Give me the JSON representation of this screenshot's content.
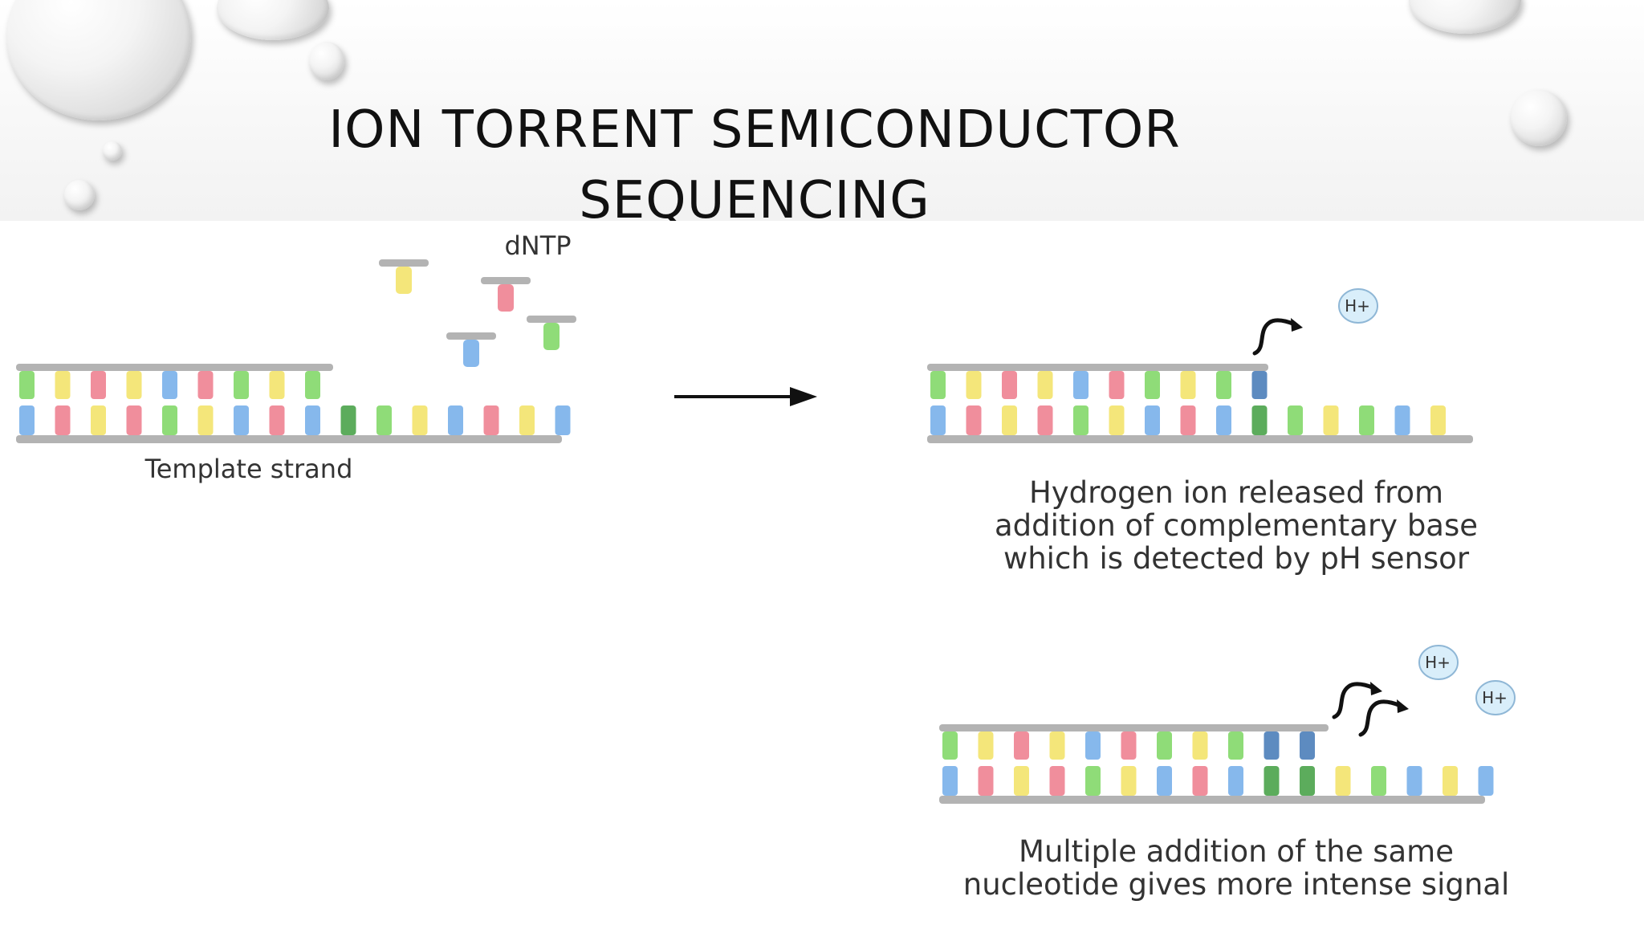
{
  "slide": {
    "title_line1": "ION TORRENT SEMICONDUCTOR",
    "title_line2": "SEQUENCING"
  },
  "diagram": {
    "dntp_label": "dNTP",
    "template_label": "Template strand",
    "panel2_caption": [
      "Hydrogen ion released from",
      "addition of complementary base",
      "which is detected by pH sensor"
    ],
    "panel3_caption": [
      "Multiple addition of the same",
      "nucleotide gives more intense signal"
    ],
    "ion_label": "H+",
    "colors": {
      "green": "#8fdc78",
      "yellow": "#f4e67a",
      "pink": "#f08e9c",
      "blue": "#86b8ec",
      "darkgreen": "#5cac5c",
      "darkblue": "#5d8bc0",
      "backbone": "#b3b3b3",
      "ion_fill": "#d9eefa",
      "ion_stroke": "#8fb7d6"
    }
  }
}
